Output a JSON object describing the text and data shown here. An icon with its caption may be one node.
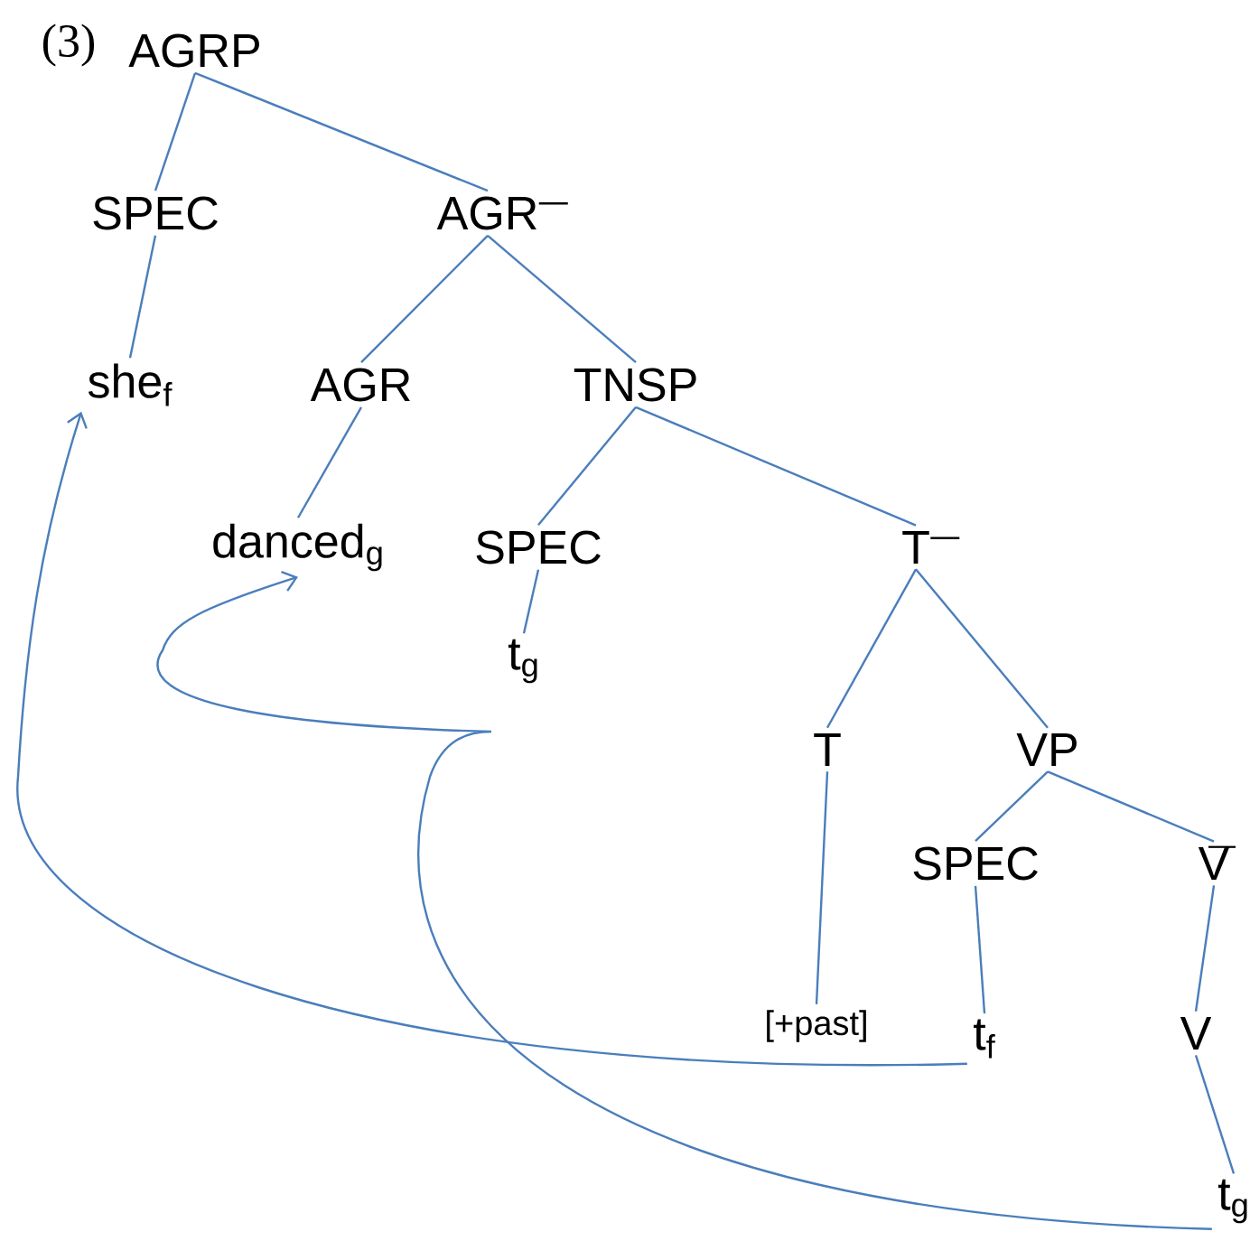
{
  "diagram": {
    "nodes": [
      {
        "text": [
          "AGRP"
        ]
      },
      {
        "text": [
          "SPEC"
        ]
      },
      {
        "text": [
          "AGR"
        ]
      },
      {
        "text": [
          "she$_{f}$"
        ]
      },
      {
        "text": [
          "AGR"
        ]
      },
      {
        "text": [
          "TNSP"
        ]
      },
      {
        "text": [
          "danced$_{g}$"
        ]
      },
      {
        "text": [
          "SPEC"
        ]
      },
      {
        "text": [
          "T"
        ]
      },
      {
        "text": [
          "t$_{g}$"
        ]
      },
      {
        "text": [
          "T"
        ]
      },
      {
        "text": [
          "VP"
        ]
      },
      {
        "text": [
          "SPEC"
        ]
      },
      {
        "text": [
          "V"
        ]
      },
      {
        "text": [
          "[+past]"
        ]
      },
      {
        "text": [
          "t$_{f}$"
        ]
      },
      {
        "text": [
          "V"
        ]
      },
      {
        "text": [
          "t$_{g}$"
        ]
      }
    ],
    "edges": [
      {
        "from": 0,
        "to": 1,
        "arrow": "none"
      },
      {
        "from": 0,
        "to": 2,
        "arrow": "none"
      },
      {
        "from": 1,
        "to": 3,
        "arrow": "none"
      },
      {
        "from": 2,
        "to": 4,
        "arrow": "none"
      },
      {
        "from": 2,
        "to": 5,
        "arrow": "none"
      },
      {
        "from": 4,
        "to": 6,
        "arrow": "none"
      },
      {
        "from": 5,
        "to": 7,
        "arrow": "none"
      },
      {
        "from": 5,
        "to": 8,
        "arrow": "none"
      },
      {
        "from": 7,
        "to": 9,
        "arrow": "none"
      },
      {
        "from": 8,
        "to": 10,
        "arrow": "none"
      },
      {
        "from": 8,
        "to": 11,
        "arrow": "none"
      },
      {
        "from": 11,
        "to": 12,
        "arrow": "none"
      },
      {
        "from": 11,
        "to": 13,
        "arrow": "none"
      },
      {
        "from": 10,
        "to": 14,
        "arrow": "none"
      },
      {
        "from": 12,
        "to": 15,
        "arrow": "none"
      },
      {
        "from": 13,
        "to": 16,
        "arrow": "none"
      },
      {
        "from": 16,
        "to": 17,
        "arrow": "none"
      },
      {
        "from": 15,
        "to": 3,
        "arrow": "to"
      },
      {
        "from": 17,
        "to": 6,
        "arrow": "to"
      }
    ],
    "labels": [
      "(3)"
    ]
  }
}
